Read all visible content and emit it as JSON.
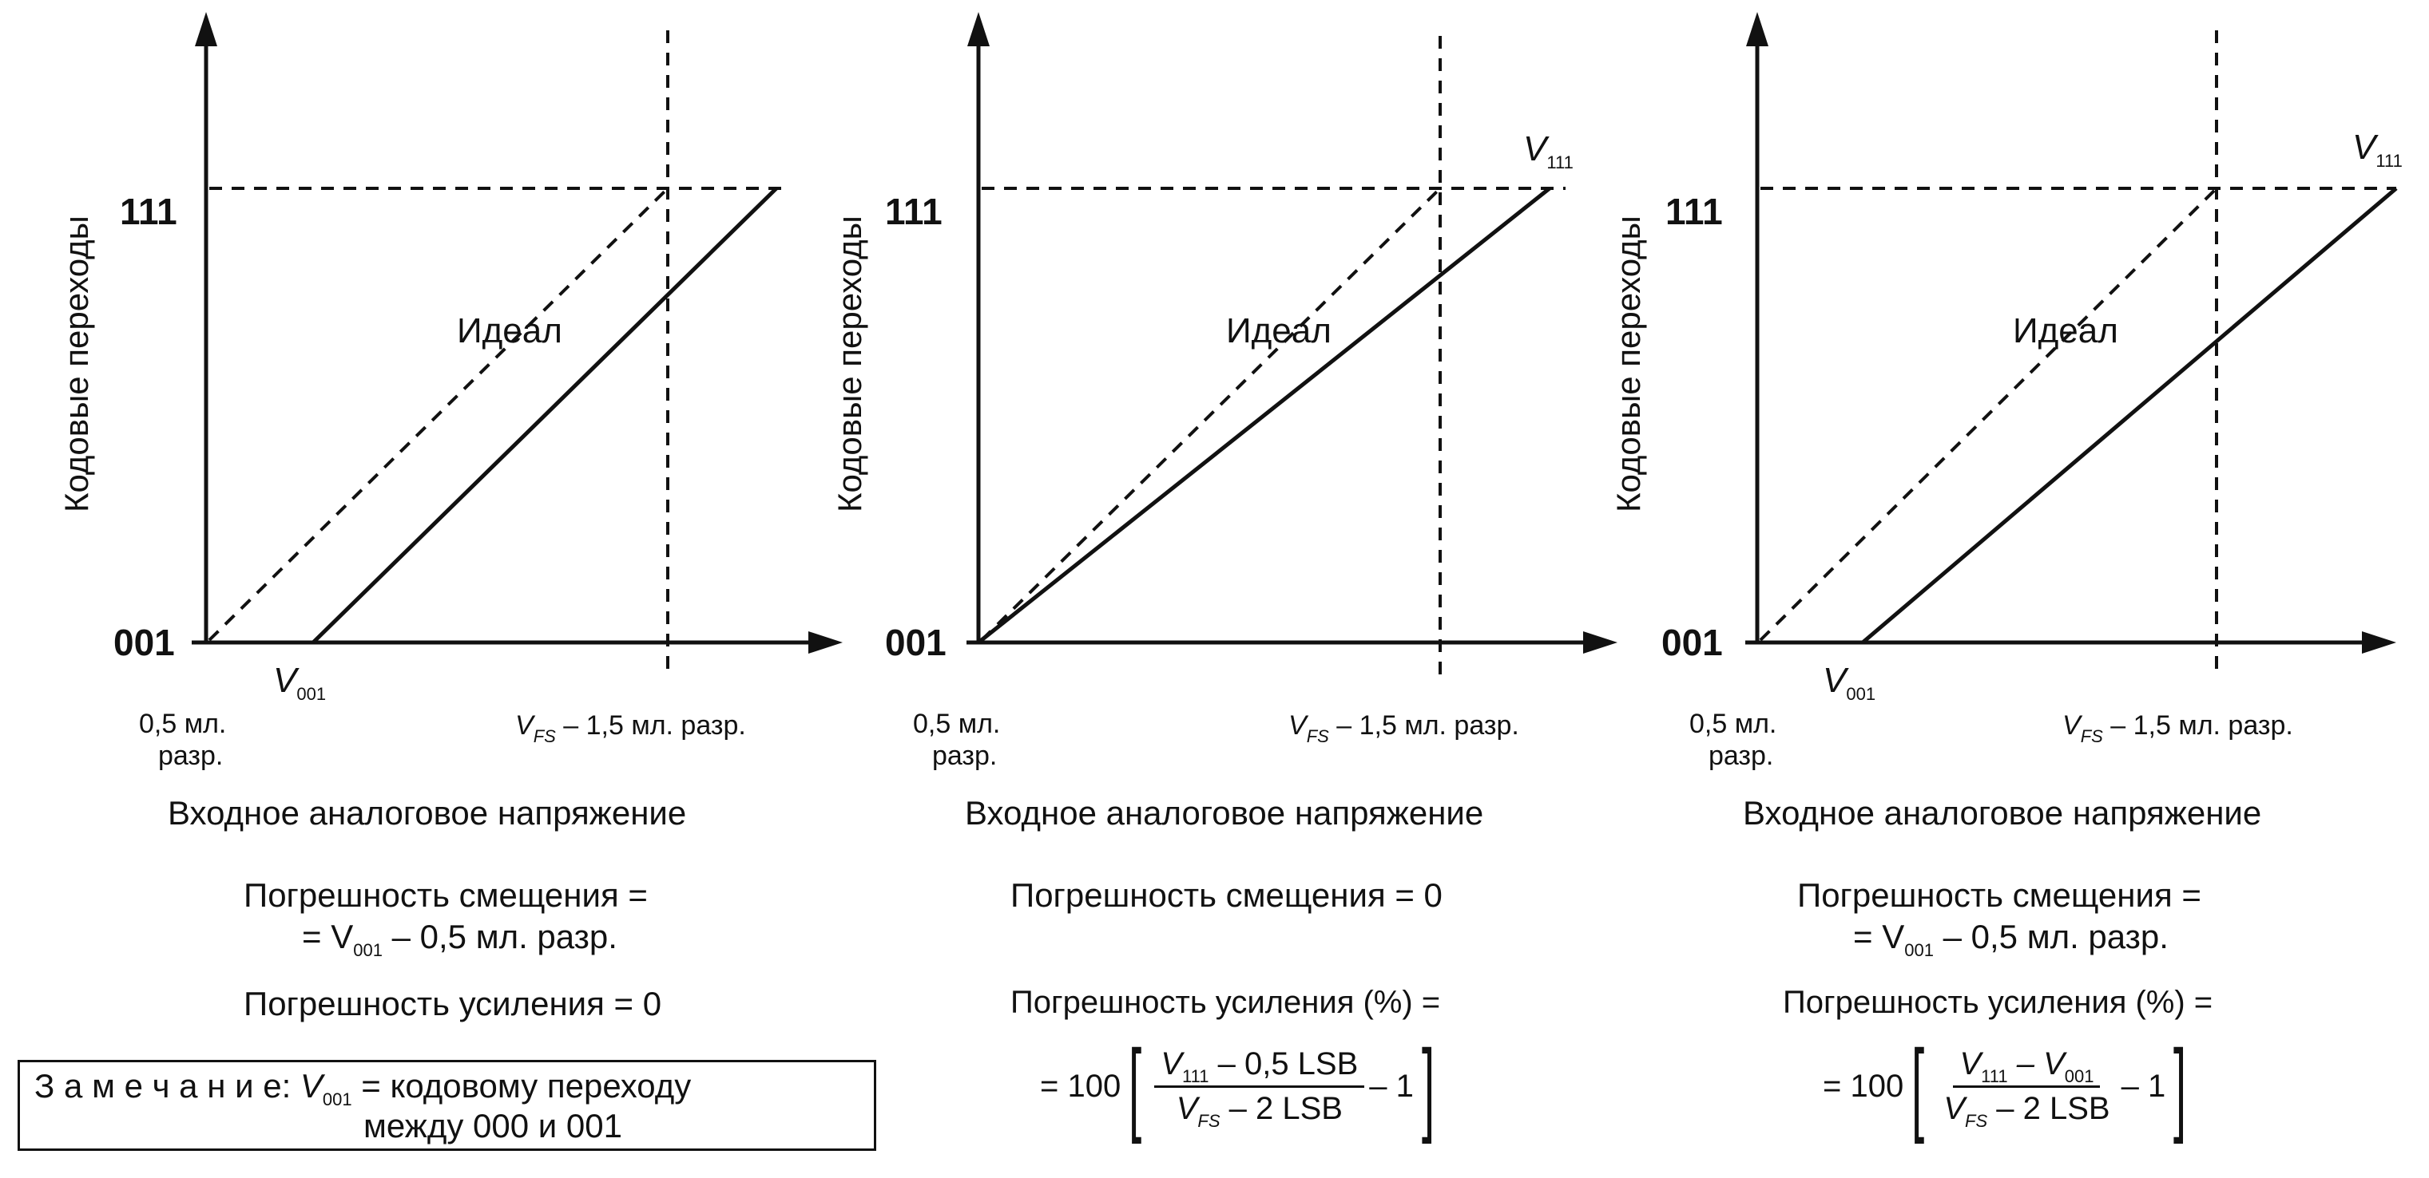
{
  "common": {
    "y_label": "Кодовые переходы",
    "y_tick_top": "111",
    "y_tick_bottom": "001",
    "x_tick_left_line1": "0,5 мл.",
    "x_tick_left_line2": "разр.",
    "x_tick_right_prefix": "V",
    "x_tick_right_sub": "FS",
    "x_tick_right_suffix": " – 1,5 мл. разр.",
    "x_label": "Входное аналоговое напряжение",
    "ideal_label": "Идеал"
  },
  "panels": [
    {
      "v_label_main": "V",
      "v_label_sub": "001",
      "v_label_kind": "V001",
      "offset_line1": "Погрешность смещения =",
      "offset_line2_prefix": "= V",
      "offset_line2_sub": "001",
      "offset_line2_suffix": " – 0,5 мл. разр.",
      "gain_text": "Погрешность усиления = 0"
    },
    {
      "v_label_main": "V",
      "v_label_sub": "111",
      "v_label_kind": "V111",
      "offset_line1": "Погрешность смещения = 0",
      "gain_text": "Погрешность усиления (%) =",
      "formula": {
        "lead": "= 100",
        "num_main": "V",
        "num_sub": "111",
        "num_rest": " – 0,5 LSB",
        "den_main": "V",
        "den_sub": "FS",
        "den_rest": " – 2 LSB",
        "tail": "– 1"
      }
    },
    {
      "v_label_main": "V",
      "v_label_sub": "001",
      "v_label2_main": "V",
      "v_label2_sub": "111",
      "offset_line1": "Погрешность смещения =",
      "offset_line2_prefix": "= V",
      "offset_line2_sub": "001",
      "offset_line2_suffix": " – 0,5 мл. разр.",
      "gain_text": "Погрешность усиления (%) =",
      "formula": {
        "lead": "= 100",
        "num_main": "V",
        "num_sub": "111",
        "num_rest": " – V",
        "num_sub2": "001",
        "den_main": "V",
        "den_sub": "FS",
        "den_rest": " – 2 LSB",
        "tail": "– 1"
      }
    }
  ],
  "note": {
    "label": "З а м е ч а н и е:",
    "v_main": "V",
    "v_sub": "001",
    "line1_rest": " = кодовому переходу",
    "line2": "между 000 и 001"
  }
}
